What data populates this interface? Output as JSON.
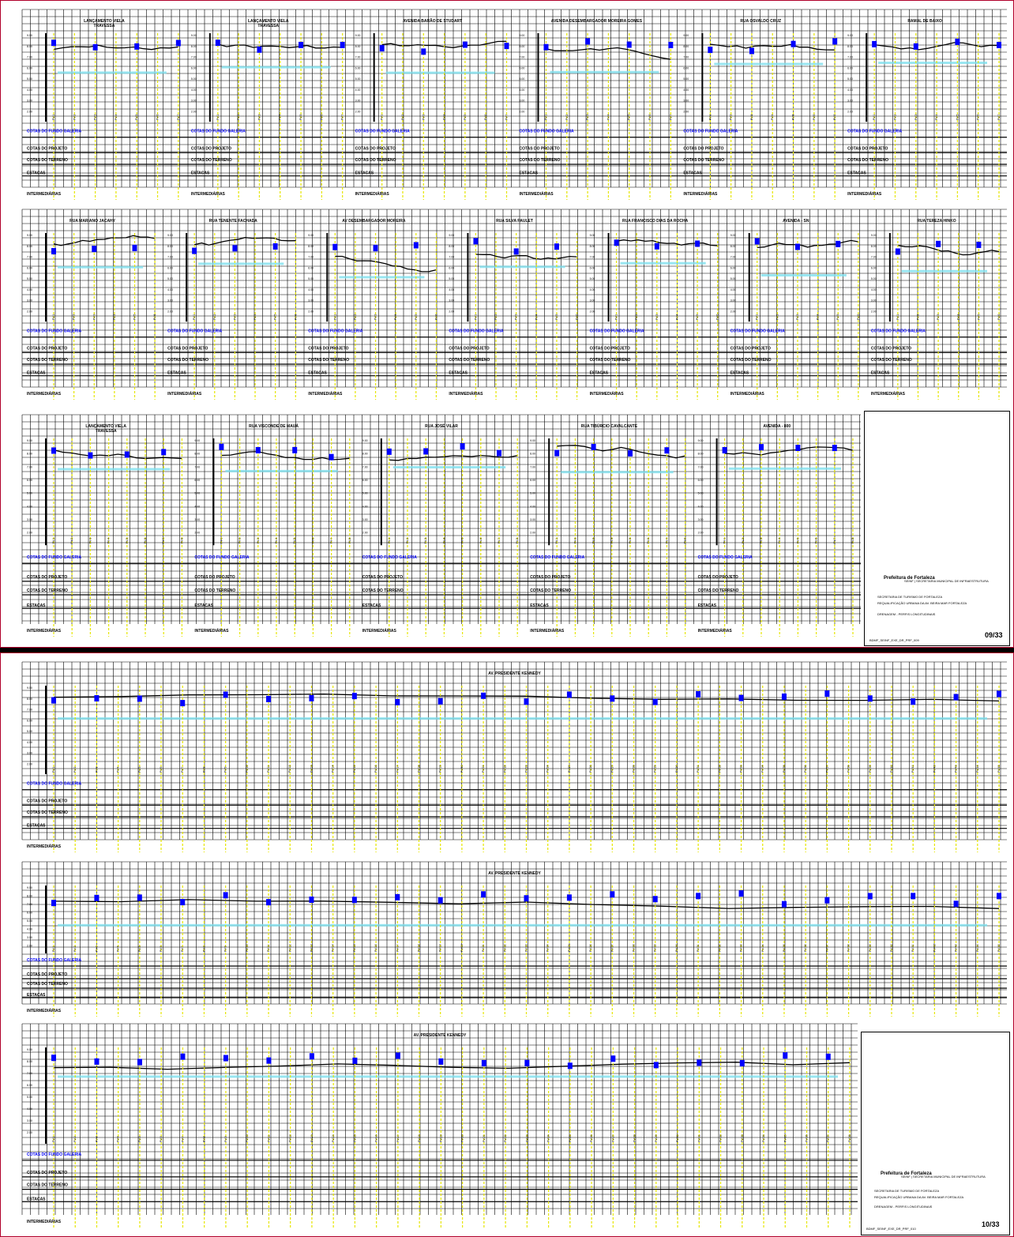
{
  "sheets": [
    {
      "id": "sheet-09",
      "sheet_number": "09/33",
      "bands": [
        {
          "profiles": [
            {
              "title": "LANÇAMENTO VIELA",
              "subtitle": "TRAVESSA"
            },
            {
              "title": "LANÇAMENTO VIELA",
              "subtitle": "TRAVESSA"
            },
            {
              "title": "AVENIDA BARÃO DE STUDART"
            },
            {
              "title": "AVENIDA DESEMBARGADOR MOREIRA GOMES"
            },
            {
              "title": "RUA OSVALDO CRUZ"
            },
            {
              "title": "RAMAL DE BAIXO"
            }
          ]
        },
        {
          "profiles": [
            {
              "title": "RUA MARIANO JACAHY"
            },
            {
              "title": "RUA TENENTE FACHADA"
            },
            {
              "title": "AV DESEMBARGADOR MOREIRA"
            },
            {
              "title": "RUA SILVA PAULET"
            },
            {
              "title": "RUA FRANCISCO DIAS DA ROCHA"
            },
            {
              "title": "AVENIDA - SN"
            },
            {
              "title": "RUA TEREZA HINKO"
            }
          ]
        },
        {
          "profiles": [
            {
              "title": "LANÇAMENTO VIELA",
              "subtitle": "TRAVESSA"
            },
            {
              "title": "RUA VISCONDE DE MAUÁ"
            },
            {
              "title": "RUA JOSÉ VILAR"
            },
            {
              "title": "RUA TIBÚRCIO CAVALCANTE"
            },
            {
              "title": "AVENIDA - 800"
            }
          ]
        }
      ],
      "row_labels": {
        "galeria": "COTAS DO FUNDO GALERIA",
        "projeto": "COTAS DO PROJETO",
        "terreno": "COTAS DO TERRENO",
        "estacas": "ESTACAS",
        "intermediarias": "INTERMEDIÁRIAS"
      },
      "title_block": {
        "org": "Prefeitura de Fortaleza",
        "agency": "SEINF | SECRETARIA MUNICIPAL DE INFRAESTRUTURA",
        "client": "SECRETARIA DE TURISMO DE FORTALEZA",
        "project": "REQUALIFICAÇÃO URBANA DA AV. BEIRA MAR FORTALEZA",
        "drawing": "DRENAGEM - PERFIS LONGITUDINAIS",
        "file_code": "BDMF_SEINF_EXE_DR_PRF_009"
      }
    },
    {
      "id": "sheet-10",
      "sheet_number": "10/33",
      "bands": [
        {
          "profiles": [
            {
              "title": "AV. PRESIDENTE KENNEDY"
            }
          ]
        },
        {
          "profiles": [
            {
              "title": "AV. PRESIDENTE KENNEDY"
            }
          ]
        },
        {
          "profiles": [
            {
              "title": "AV. PRESIDENTE KENNEDY"
            }
          ]
        }
      ],
      "row_labels": {
        "galeria": "COTAS DO FUNDO GALERIA",
        "projeto": "COTAS DO PROJETO",
        "terreno": "COTAS DO TERRENO",
        "estacas": "ESTACAS",
        "intermediarias": "INTERMEDIÁRIAS"
      },
      "title_block": {
        "org": "Prefeitura de Fortaleza",
        "agency": "SEINF | SECRETARIA MUNICIPAL DE INFRAESTRUTURA",
        "client": "SECRETARIA DE TURISMO DE FORTALEZA",
        "project": "REQUALIFICAÇÃO URBANA DA AV. BEIRA MAR FORTALEZA",
        "drawing": "DRENAGEM - PERFIS LONGITUDINAIS",
        "file_code": "BDMF_SEINF_EXE_DR_PRF_010"
      }
    }
  ],
  "colors": {
    "grid": "#000000",
    "pipe_fill": "#7fe0ee",
    "pv_marker": "#0000ff",
    "pv_line": "#e6e600",
    "terrain": "#000000",
    "border": "#b0002a"
  }
}
